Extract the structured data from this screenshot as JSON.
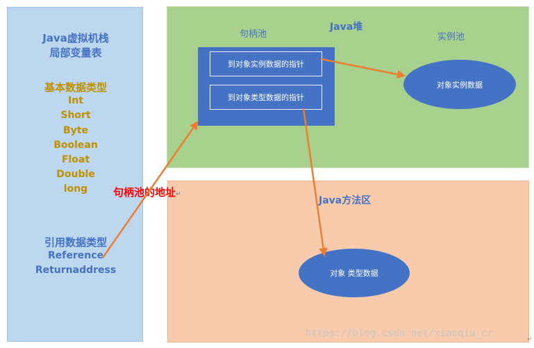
{
  "stack": {
    "title_line1": "Java虚拟机栈",
    "title_line2": "局部变量表",
    "basic_types_heading": "基本数据类型",
    "basic_types": [
      "Int",
      "Short",
      "Byte",
      "Boolean",
      "Float",
      "Double",
      "long"
    ],
    "reference_heading": "引用数据类型",
    "reference_types": [
      "Reference",
      "Returnaddress"
    ]
  },
  "heap": {
    "title": "Java堆",
    "handle_pool_label": "句柄池",
    "instance_pool_label": "实例池",
    "ptr_instance": "到对象实例数据的指针",
    "ptr_type": "到对象类型数据的指针",
    "instance_data": "对象实例数据"
  },
  "method_area": {
    "title": "Java方法区",
    "type_data": "对象 类型数据"
  },
  "arrow_label": "句柄池的地址",
  "return_mark": "↵",
  "watermark": "https://blog.csdn.net/xiaoqiu_cr",
  "colors": {
    "stack_bg": "#bdd7ee",
    "heap_bg": "#a9d18e",
    "method_bg": "#f8cbad",
    "box_blue": "#4472c4",
    "arrow": "#ed7d31",
    "stack_title": "#4472c4",
    "basic_types": "#bf9000",
    "arrow_label": "#ff0000"
  }
}
